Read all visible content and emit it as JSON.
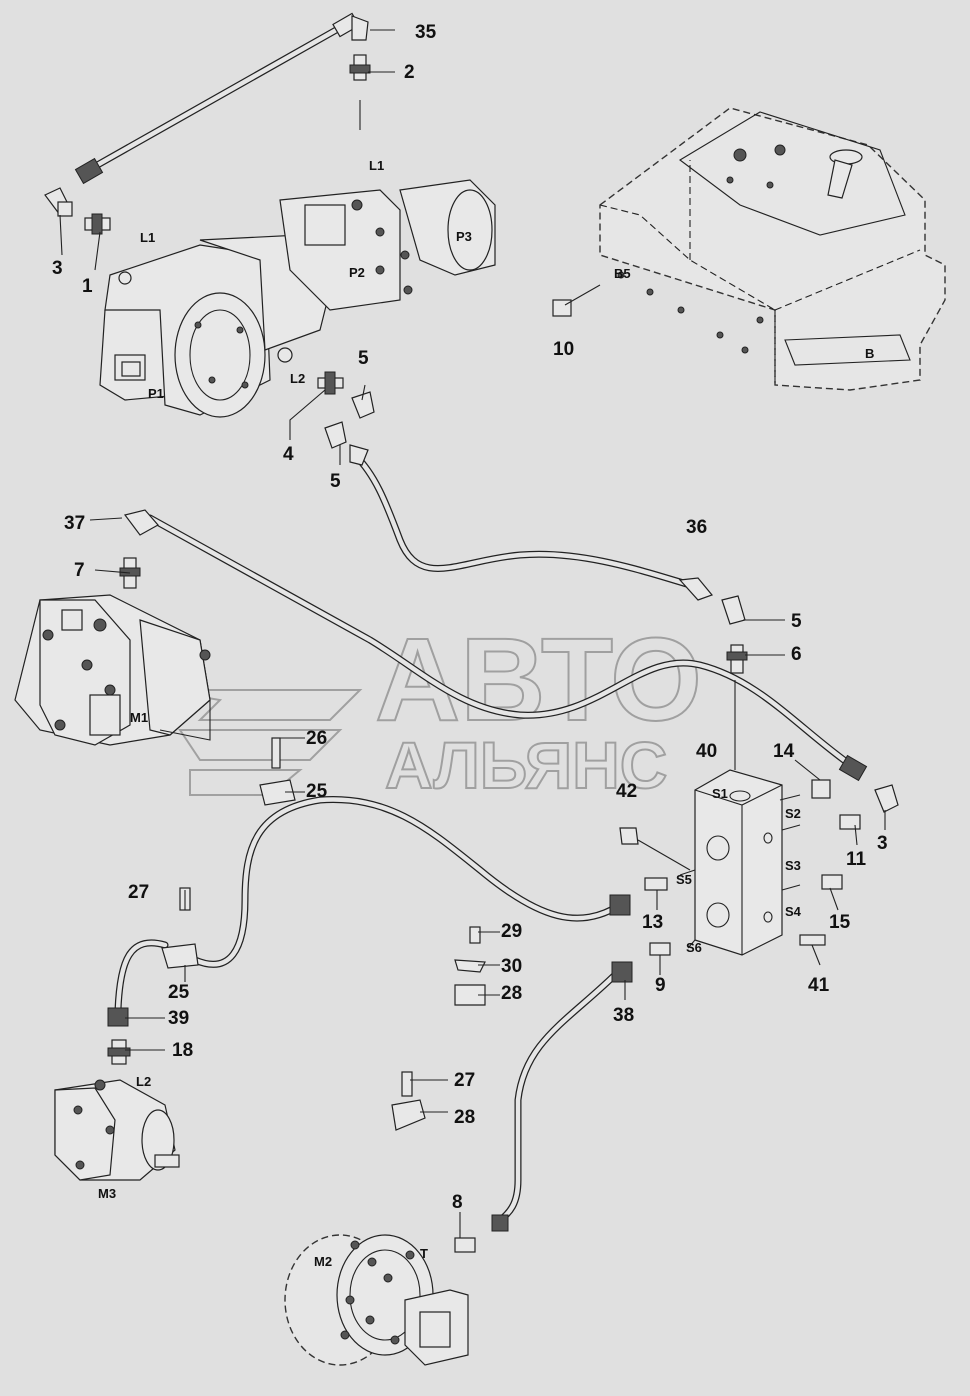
{
  "watermark": {
    "line1": "АВТО",
    "line2": "АЛЬЯНС"
  },
  "callouts": [
    {
      "id": "c35",
      "text": "35"
    },
    {
      "id": "c2",
      "text": "2"
    },
    {
      "id": "c3a",
      "text": "3"
    },
    {
      "id": "c1",
      "text": "1"
    },
    {
      "id": "c10",
      "text": "10"
    },
    {
      "id": "c5a",
      "text": "5"
    },
    {
      "id": "c4",
      "text": "4"
    },
    {
      "id": "c5b",
      "text": "5"
    },
    {
      "id": "c37",
      "text": "37"
    },
    {
      "id": "c36",
      "text": "36"
    },
    {
      "id": "c7",
      "text": "7"
    },
    {
      "id": "c5c",
      "text": "5"
    },
    {
      "id": "c6",
      "text": "6"
    },
    {
      "id": "c26",
      "text": "26"
    },
    {
      "id": "c40",
      "text": "40"
    },
    {
      "id": "c14",
      "text": "14"
    },
    {
      "id": "c25a",
      "text": "25"
    },
    {
      "id": "c42",
      "text": "42"
    },
    {
      "id": "c3b",
      "text": "3"
    },
    {
      "id": "c11",
      "text": "11"
    },
    {
      "id": "c27a",
      "text": "27"
    },
    {
      "id": "c13",
      "text": "13"
    },
    {
      "id": "c15",
      "text": "15"
    },
    {
      "id": "c29",
      "text": "29"
    },
    {
      "id": "c9",
      "text": "9"
    },
    {
      "id": "c41",
      "text": "41"
    },
    {
      "id": "c30",
      "text": "30"
    },
    {
      "id": "c25b",
      "text": "25"
    },
    {
      "id": "c28a",
      "text": "28"
    },
    {
      "id": "c38",
      "text": "38"
    },
    {
      "id": "c39",
      "text": "39"
    },
    {
      "id": "c18",
      "text": "18"
    },
    {
      "id": "c27b",
      "text": "27"
    },
    {
      "id": "c28b",
      "text": "28"
    },
    {
      "id": "c8",
      "text": "8"
    }
  ],
  "labels": {
    "L1_top": "L1",
    "L1_pump": "L1",
    "P3": "P3",
    "P2": "P2",
    "P1": "P1",
    "L2_pump": "L2",
    "B5": "B5",
    "B": "B",
    "M1": "M1",
    "S1": "S1",
    "S2": "S2",
    "S3": "S3",
    "S4": "S4",
    "S5": "S5",
    "S6": "S6",
    "L2_motor": "L2",
    "M3": "M3",
    "M2": "M2",
    "T": "T"
  }
}
